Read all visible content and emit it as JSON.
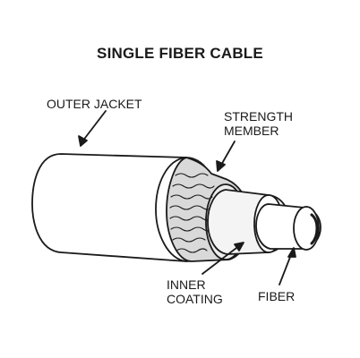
{
  "diagram": {
    "title": "SINGLE FIBER CABLE",
    "labels": {
      "outer_jacket": "OUTER JACKET",
      "strength_member_line1": "STRENGTH",
      "strength_member_line2": "MEMBER",
      "inner_coating_line1": "INNER",
      "inner_coating_line2": "COATING",
      "fiber": "FIBER"
    }
  },
  "colors": {
    "stroke": "#1a1a1a",
    "jacket_fill": "#ffffff",
    "strength_fill": "#d9d9d9",
    "coating_fill": "#f4f4f4",
    "fiber_fill": "#ffffff"
  }
}
